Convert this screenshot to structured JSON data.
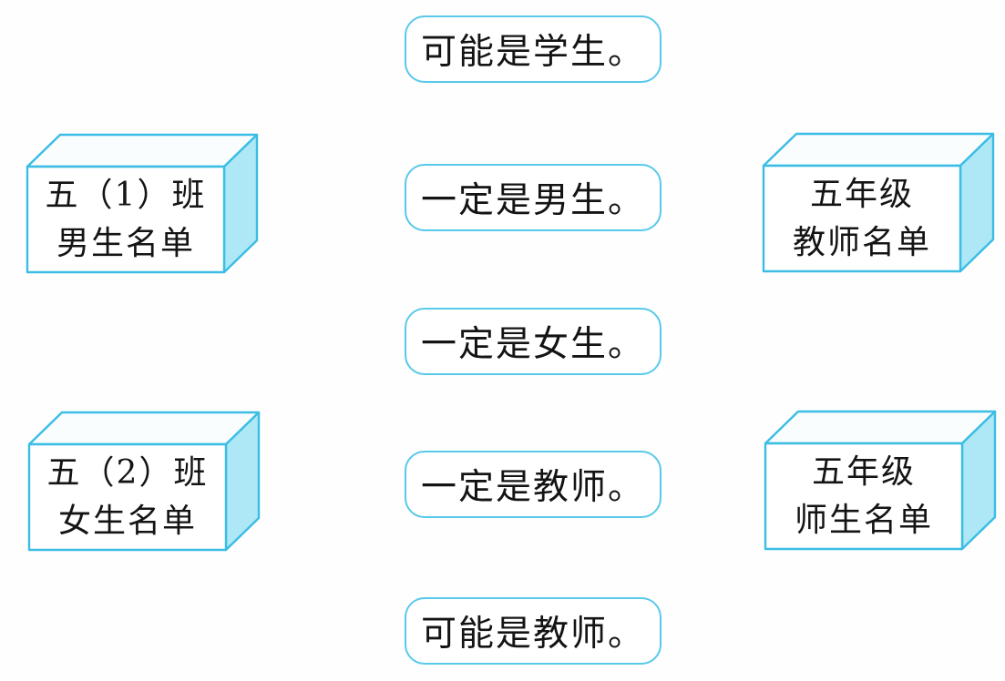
{
  "figure": {
    "kind": "matching-exercise-diagram",
    "background": "#fefefe"
  },
  "colors": {
    "box_edge": "#3bbde4",
    "box_side_fill": "#aee8f6",
    "box_top_fill": "#f9fdfe",
    "box_front_fill": "#ffffff",
    "pill_border": "#58c9ea",
    "text": "#141414"
  },
  "boxes": [
    {
      "id": "class-5-1-boys",
      "line1": "五（1）班",
      "line2": "男生名单"
    },
    {
      "id": "class-5-2-girls",
      "line1": "五（2）班",
      "line2": "女生名单"
    },
    {
      "id": "grade-5-teachers",
      "line1": "五年级",
      "line2": "教师名单"
    },
    {
      "id": "grade-5-teachers-students",
      "line1": "五年级",
      "line2": "师生名单"
    }
  ],
  "pills": [
    {
      "id": "maybe-student",
      "text": "可能是学生。"
    },
    {
      "id": "must-be-boy",
      "text": "一定是男生。"
    },
    {
      "id": "must-be-girl",
      "text": "一定是女生。"
    },
    {
      "id": "must-be-teacher",
      "text": "一定是教师。"
    },
    {
      "id": "maybe-teacher",
      "text": "可能是教师。"
    }
  ]
}
